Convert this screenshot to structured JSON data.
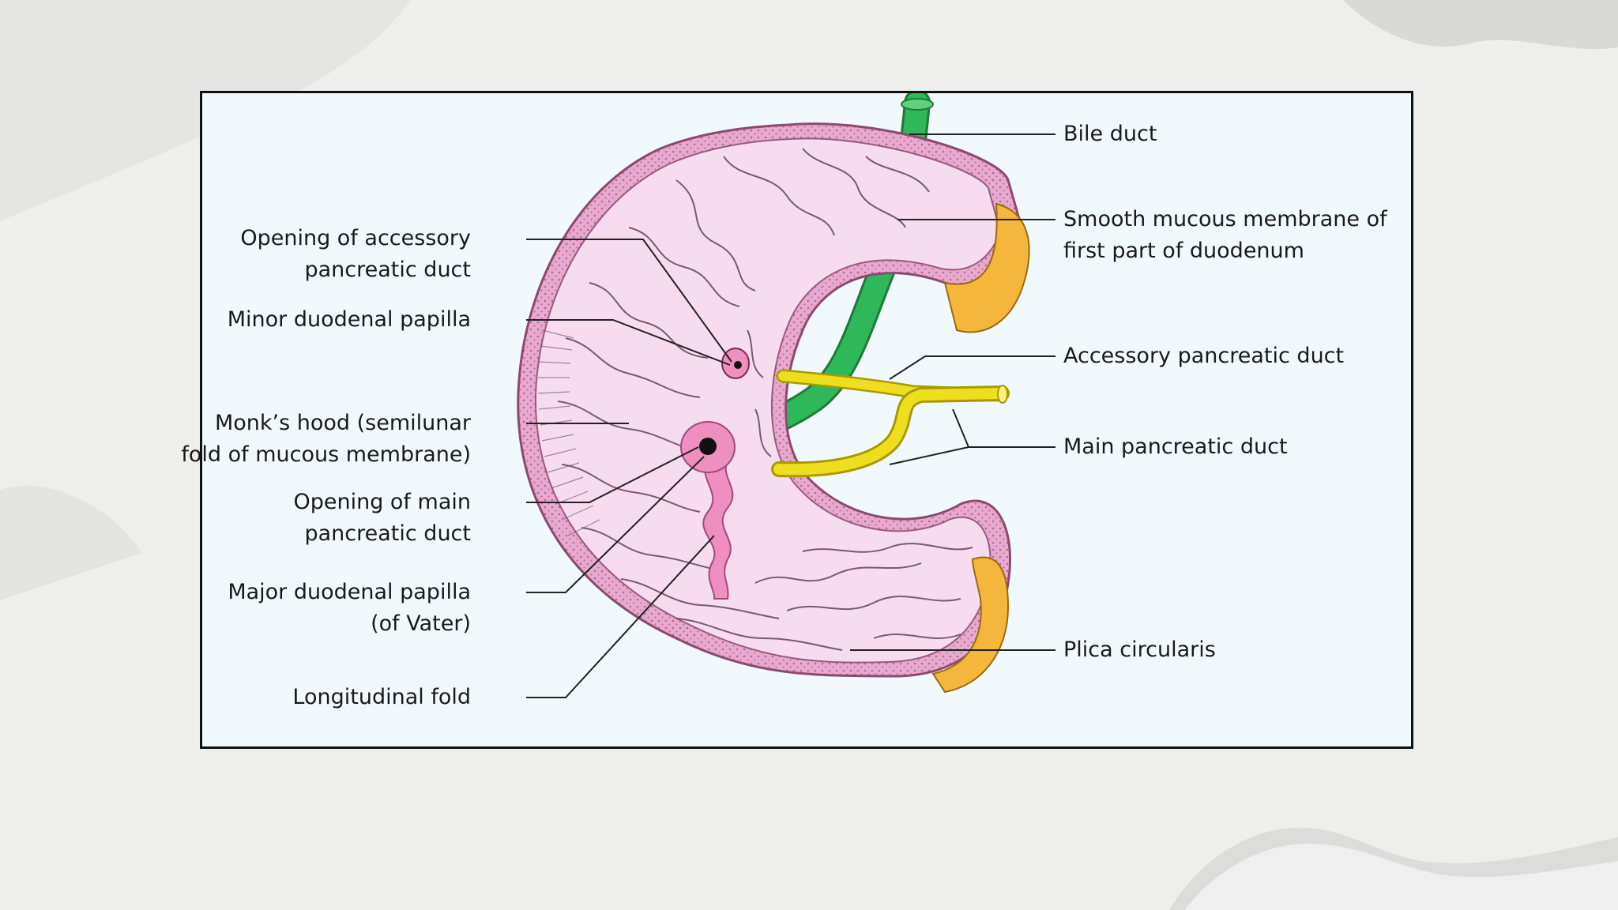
{
  "diagram": {
    "labels_left": {
      "accessory_opening": [
        "Opening of accessory",
        "pancreatic duct"
      ],
      "minor_papilla": [
        "Minor duodenal papilla"
      ],
      "monks_hood": [
        "Monk’s hood (semilunar",
        "fold of mucous membrane)"
      ],
      "main_opening": [
        "Opening of main",
        "pancreatic duct"
      ],
      "major_papilla": [
        "Major duodenal papilla",
        "(of Vater)"
      ],
      "longitudinal_fold": [
        "Longitudinal fold"
      ]
    },
    "labels_right": {
      "bile_duct": [
        "Bile duct"
      ],
      "smooth_mucosa": [
        "Smooth mucous membrane of",
        "first part of duodenum"
      ],
      "accessory_duct": [
        "Accessory pancreatic duct"
      ],
      "main_duct": [
        "Main pancreatic duct"
      ],
      "plica": [
        "Plica circularis"
      ]
    },
    "colors": {
      "duodenum_wall": "#e9a9cf",
      "mucosa": "#f6dcee",
      "cut_end": "#f5b63c",
      "bile_duct": "#2fb85a",
      "pancreatic_duct": "#eedf1e",
      "papilla": "#ef8fbf"
    }
  }
}
